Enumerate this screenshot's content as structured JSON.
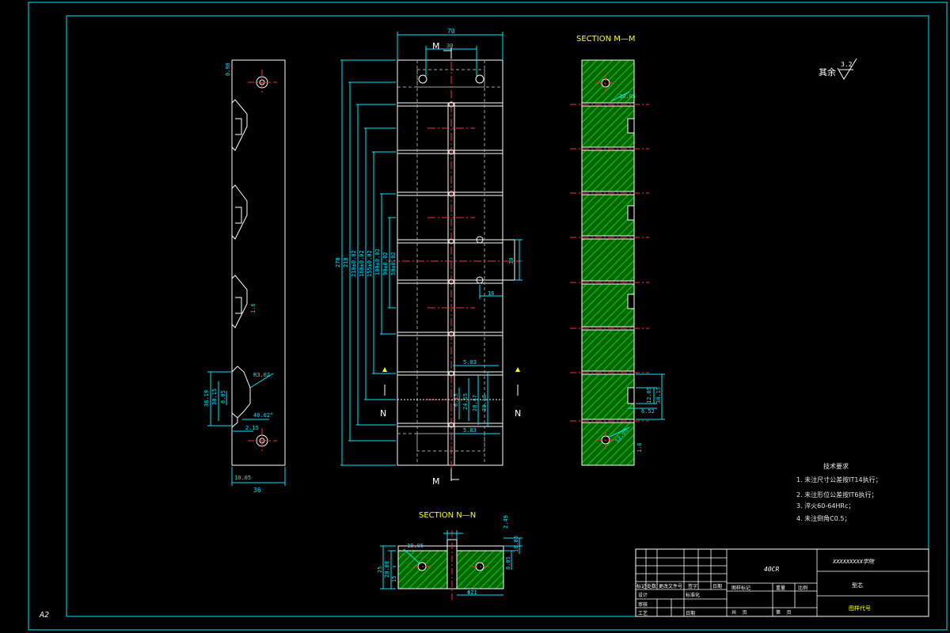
{
  "sheet": {
    "size_label": "A2"
  },
  "colors": {
    "bg": "#000000",
    "frame": "#00e5ff",
    "outline": "#ffffff",
    "dim": "#00e5ff",
    "center": "#ff3030",
    "hatch": "#00c800",
    "title": "#ffff00",
    "note": "#e8e8e8"
  },
  "views": {
    "side": {
      "dim_width": "36",
      "dim_bottom": "10.05",
      "dim_top": "0.98",
      "dim_h1": "36.19",
      "dim_h2": "30.15",
      "dim_inner": "8.05",
      "dim_r": "R3.02",
      "dim_rough": "1.6",
      "dim_angle": "40.02°",
      "dim_small": "2.15"
    },
    "front": {
      "dim_width": "70",
      "dim_top_inner": "30",
      "dim_total": "270",
      "dim_v2": "218",
      "dim_v3": "210±0.02",
      "dim_v4": "160±0.02",
      "dim_v5": "155±0.02",
      "dim_v6": "100±0.02",
      "dim_v7": "90±0.02",
      "dim_v8": "50±0.02",
      "dim_window": "30",
      "dim_window_off": "16",
      "dim_r1": "5.03",
      "dim_r2": "5.03",
      "dim_s1": "6.15",
      "dim_s2": "24.55",
      "dim_s3": "28.47",
      "dim_s4": "30.18",
      "section_mark_m": "M",
      "section_mark_n": "N"
    },
    "section_mm": {
      "title": "SECTION M—M",
      "dim_hole": "10.05",
      "dim_a": "12.05",
      "dim_b": "30.15",
      "dim_c": "6.52",
      "dim_bottom": "12.05",
      "dim_rough": "1.6"
    },
    "section_nn": {
      "title": "SECTION N—N",
      "dim_h1": "25",
      "dim_h2": "20.08",
      "dim_h3": "15",
      "dim_w1": "10.05",
      "dim_w2": "Φ21",
      "dim_top": "2.49",
      "dim_right": "10.05",
      "dim_slot": "8.05"
    }
  },
  "roughness": {
    "prefix": "其余",
    "value": "3.2"
  },
  "tech_notes": {
    "title": "技术要求",
    "items": [
      "1. 未注尺寸公差按IT14执行；",
      "2. 未注形位公差按IT6执行；",
      "3. 淬火60-64HRc；",
      "4. 未注倒角C0.5；"
    ]
  },
  "title_block": {
    "material": "40CR",
    "school": "XXXXXXXXX学院",
    "part_name": "型芯",
    "drawing_no": "图样代号",
    "rev_headers": [
      "标记",
      "处数",
      "更改文件号",
      "签字",
      "日期"
    ],
    "roles": [
      "设计",
      "审核",
      "工艺"
    ],
    "std_label": "标准化",
    "date_label": "日期",
    "stage_label": "图样标记",
    "weight_label": "重量",
    "scale_label": "比例",
    "sheets_total": "共    页",
    "sheet_no": "第    页"
  }
}
